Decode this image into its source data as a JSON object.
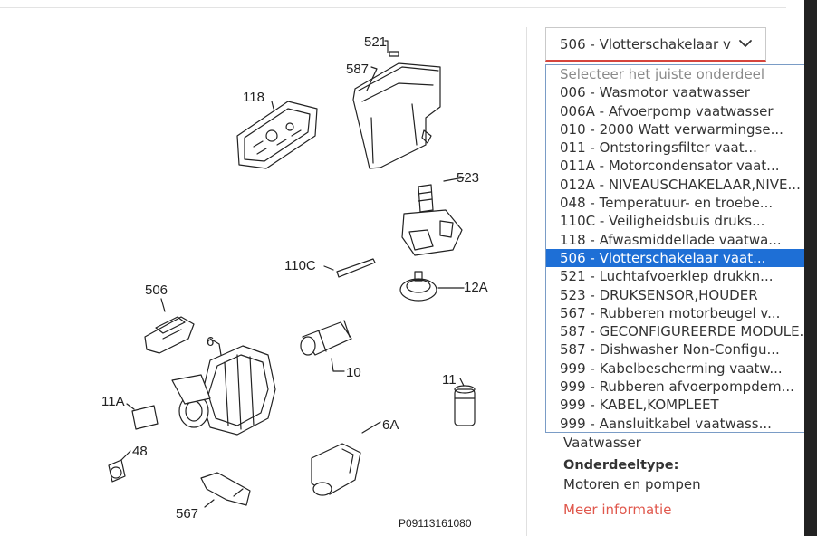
{
  "diagram": {
    "code": "P09113161080",
    "labels": {
      "p521": "521",
      "p587": "587",
      "p118": "118",
      "p523": "523",
      "p110c": "110C",
      "p12a": "12A",
      "p506": "506",
      "p6": "6",
      "p10": "10",
      "p11a": "11A",
      "p11": "11",
      "p48": "48",
      "p6a": "6A",
      "p567": "567"
    }
  },
  "select": {
    "value": "506 - Vlotterschakelaar v",
    "placeholder": "Selecteer het juiste onderdeel",
    "options": [
      "006 - Wasmotor vaatwasser",
      "006A - Afvoerpomp vaatwasser",
      "010 - 2000 Watt verwarmingse...",
      "011 - Ontstoringsfilter vaat...",
      "011A - Motorcondensator vaat...",
      "012A - NIVEAUSCHAKELAAR,NIVE...",
      "048 - Temperatuur- en troebe...",
      "110C - Veiligheidsbuis druks...",
      "118 - Afwasmiddellade vaatwa...",
      "506 - Vlotterschakelaar vaat...",
      "521 - Luchtafvoerklep drukkn...",
      "523 - DRUKSENSOR,HOUDER",
      "567 - Rubberen motorbeugel v...",
      "587 - GECONFIGUREERDE MODULE...",
      "587 - Dishwasher Non-Configu...",
      "999 - Kabelbescherming vaatw...",
      "999 - Rubberen afvoerpompdem...",
      "999 - KABEL,KOMPLEET",
      "999 - Aansluitkabel vaatwass..."
    ],
    "selected_index": 9
  },
  "details": {
    "appliance": "Vaatwasser",
    "type_label": "Onderdeeltype:",
    "type_value": "Motoren en pompen",
    "more_link": "Meer informatie"
  },
  "colors": {
    "accent_red": "#e0574c",
    "selected_blue": "#1e6fd6"
  },
  "icons": {
    "select_chevron": "chevron-down-icon"
  }
}
